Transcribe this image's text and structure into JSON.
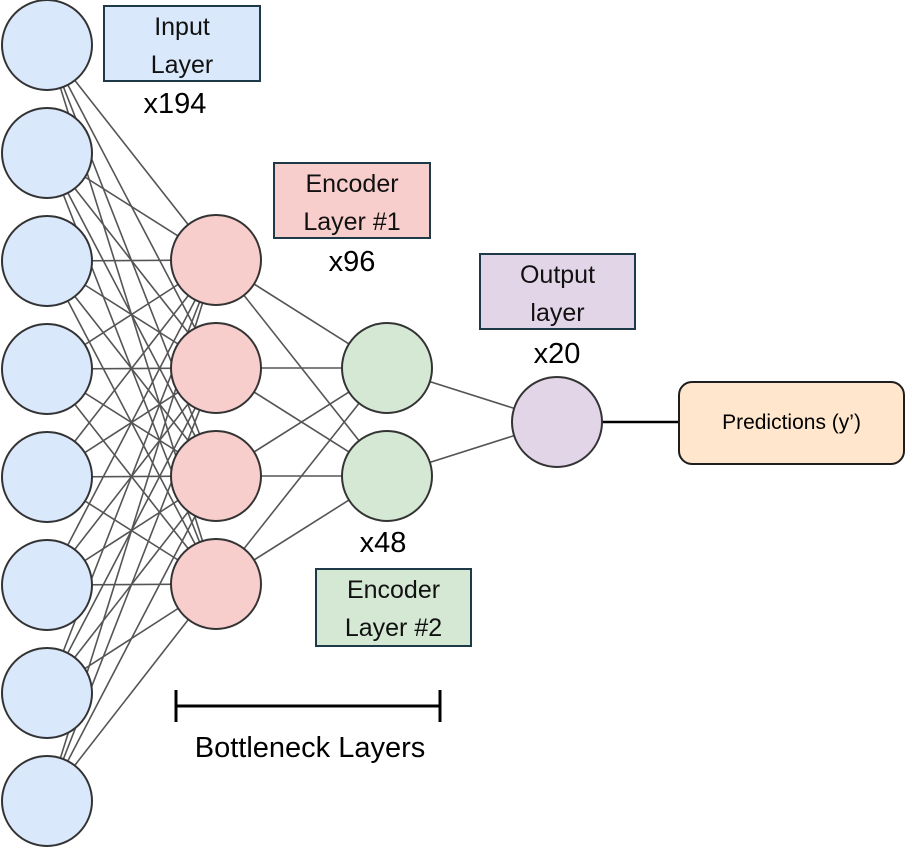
{
  "layers": [
    {
      "id": "input",
      "label_line1": "Input",
      "label_line2": "Layer",
      "count": "x194",
      "fill": "#dae8fc",
      "shown_nodes": 8
    },
    {
      "id": "encoder1",
      "label_line1": "Encoder",
      "label_line2": "Layer #1",
      "count": "x96",
      "fill": "#f8cecc",
      "shown_nodes": 4
    },
    {
      "id": "encoder2",
      "label_line1": "Encoder",
      "label_line2": "Layer #2",
      "count": "x48",
      "fill": "#d5e8d4",
      "shown_nodes": 2
    },
    {
      "id": "output",
      "label_line1": "Output",
      "label_line2": "layer",
      "count": "x20",
      "fill": "#e1d5e7",
      "shown_nodes": 1
    }
  ],
  "predictions": {
    "label": "Predictions (y’)",
    "fill": "#ffe6cc"
  },
  "bracket": {
    "label": "Bottleneck Layers"
  }
}
